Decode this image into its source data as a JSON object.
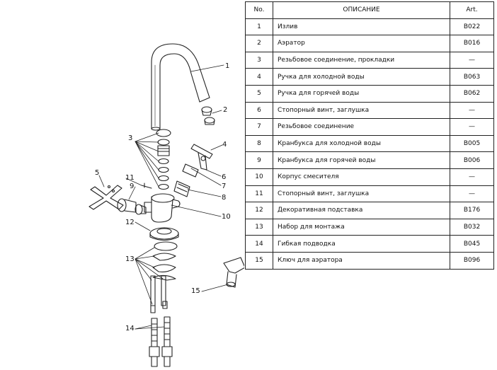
{
  "table": {
    "headers": {
      "no": "No.",
      "description": "ОПИСАНИЕ",
      "art": "Art."
    },
    "rows": [
      {
        "no": "1",
        "description": "Излив",
        "art": "B022"
      },
      {
        "no": "2",
        "description": "Аэратор",
        "art": "B016"
      },
      {
        "no": "3",
        "description": "Резьбовое соединение, прокладки",
        "art": "—"
      },
      {
        "no": "4",
        "description": "Ручка для холодной воды",
        "art": "B063"
      },
      {
        "no": "5",
        "description": "Ручка для горячей воды",
        "art": "B062"
      },
      {
        "no": "6",
        "description": "Стопорный винт, заглушка",
        "art": "—"
      },
      {
        "no": "7",
        "description": "Резьбовое соединение",
        "art": "—"
      },
      {
        "no": "8",
        "description": "Кранбукса для холодной воды",
        "art": "B005"
      },
      {
        "no": "9",
        "description": "Кранбукса для горячей воды",
        "art": "B006"
      },
      {
        "no": "10",
        "description": "Корпус смесителя",
        "art": "—"
      },
      {
        "no": "11",
        "description": "Стопорный винт, заглушка",
        "art": "—"
      },
      {
        "no": "12",
        "description": "Декоративная подставка",
        "art": "B176"
      },
      {
        "no": "13",
        "description": "Набор для монтажа",
        "art": "B032"
      },
      {
        "no": "14",
        "description": "Гибкая подводка",
        "art": "B045"
      },
      {
        "no": "15",
        "description": "Ключ для аэратора",
        "art": "B096"
      }
    ]
  },
  "diagram": {
    "callouts": [
      "1",
      "2",
      "3",
      "4",
      "5",
      "6",
      "7",
      "8",
      "9",
      "10",
      "11",
      "12",
      "13",
      "14",
      "15"
    ]
  }
}
